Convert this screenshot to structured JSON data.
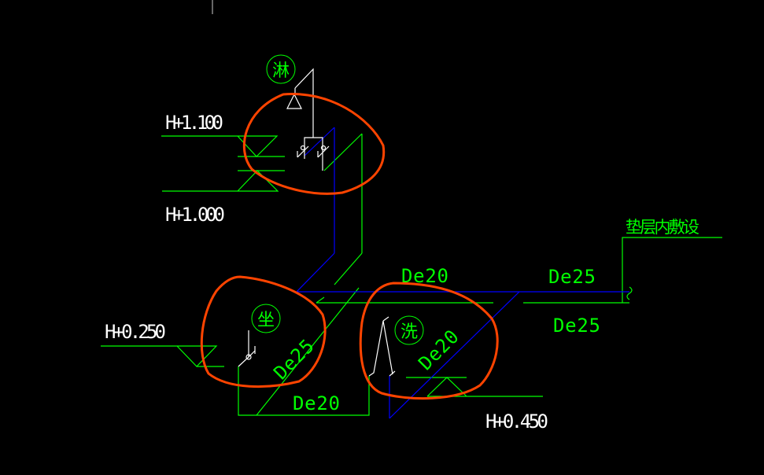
{
  "labels": {
    "elev_1100": "H+1.100",
    "elev_1000": "H+1.000",
    "elev_0250": "H+0.250",
    "elev_0450": "H+0.450",
    "pipe_de20_top": "De20",
    "pipe_de25_right_top": "De25",
    "pipe_de25_right_bottom": "De25",
    "pipe_de25_diag": "De25",
    "pipe_de20_bottom": "De20",
    "pipe_de20_diag": "De20",
    "note_cushion": "垫层内敷设"
  },
  "fixtures": {
    "shower": "淋",
    "toilet": "坐",
    "basin": "洗"
  },
  "colors": {
    "background": "#000000",
    "pipe_green": "#00ff00",
    "pipe_blue": "#0000ff",
    "fixture_white": "#ffffff",
    "markup_orange": "#ff4400"
  }
}
